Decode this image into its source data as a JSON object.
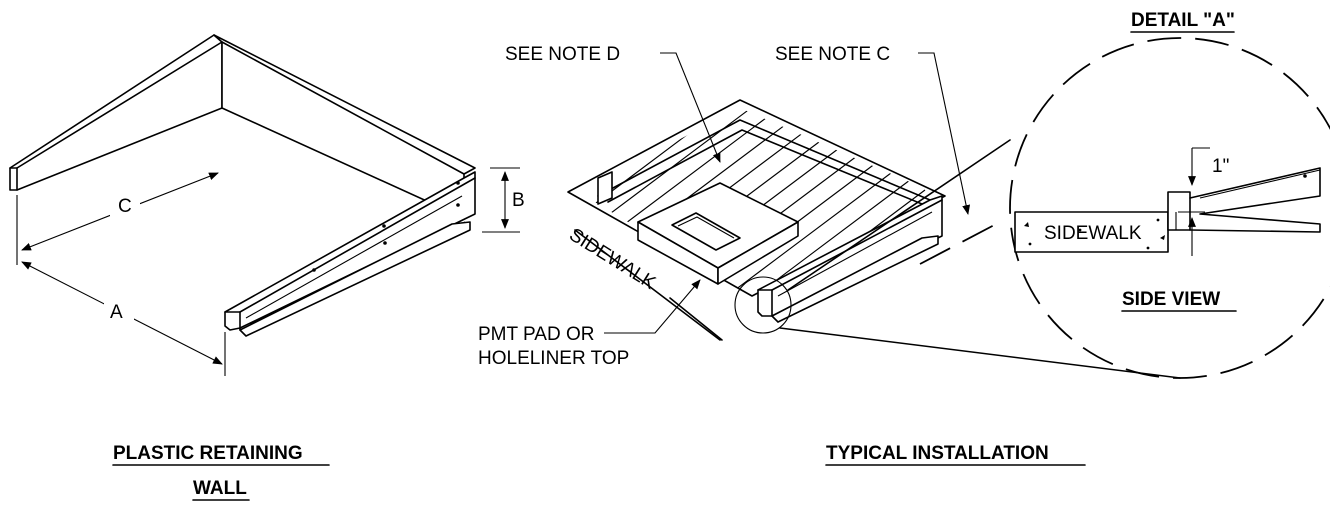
{
  "views": {
    "left_title_line1": "PLASTIC RETAINING",
    "left_title_line2": "WALL",
    "center_title": "TYPICAL INSTALLATION",
    "detail_title": "DETAIL \"A\"",
    "side_view_title": "SIDE VIEW"
  },
  "dimensions": {
    "a": "A",
    "b": "B",
    "c": "C",
    "one_inch": "1\""
  },
  "notes": {
    "note_d": "SEE NOTE  D",
    "note_c": "SEE NOTE  C",
    "pad_line1": "PMT PAD OR",
    "pad_line2": "HOLELINER TOP"
  },
  "labels": {
    "sidewalk_iso": "SIDEWALK",
    "sidewalk_detail": "SIDEWALK"
  }
}
